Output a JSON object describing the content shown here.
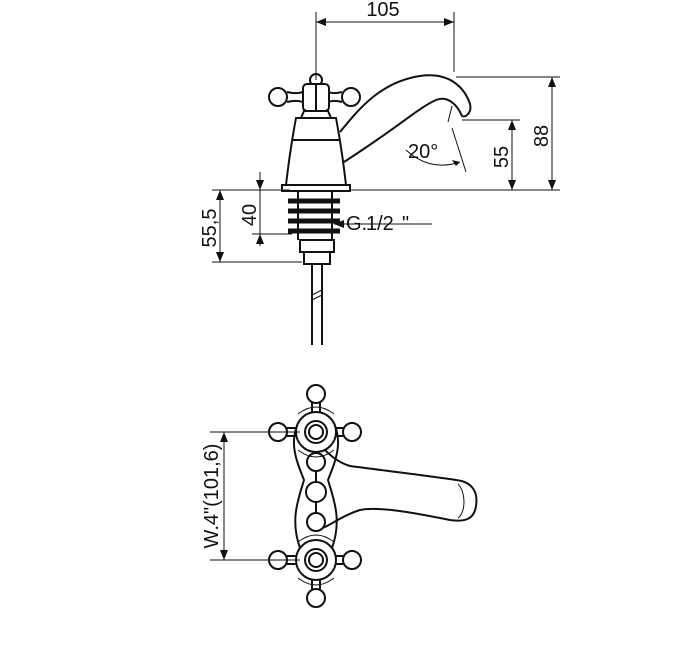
{
  "dimensions": {
    "spout_reach": "105",
    "total_height": "88",
    "spout_height": "55",
    "spout_angle": "20°",
    "shank_overall": "55,5",
    "shank_thread_len": "40",
    "thread_prefix": "G.",
    "thread_fraction": "1/2",
    "thread_suffix": "\"",
    "centres": "W.4\"(101,6)"
  }
}
